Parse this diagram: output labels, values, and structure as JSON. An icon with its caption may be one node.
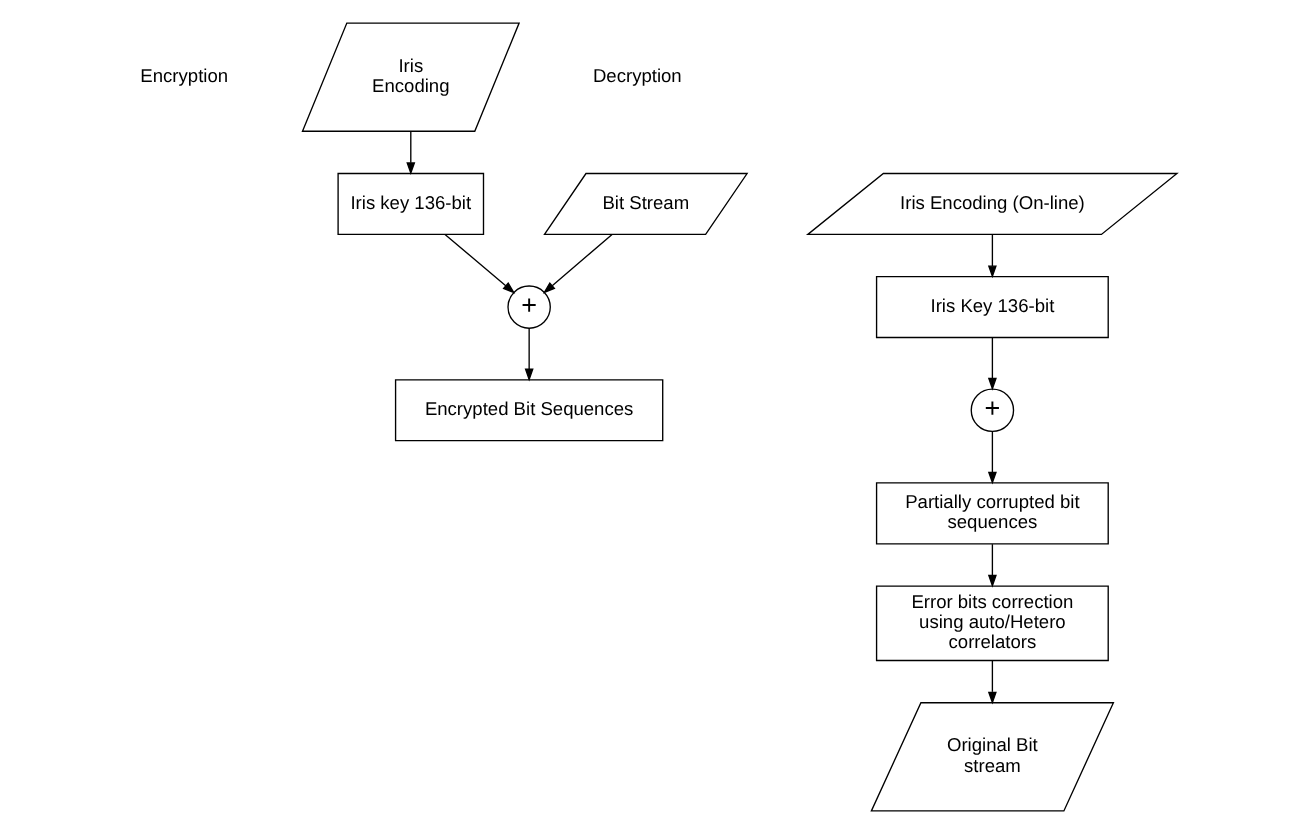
{
  "diagram": {
    "nodes": [
      {
        "text": [
          "Iris Encoding"
        ]
      },
      {
        "text": [
          "Iris key 136-bit"
        ]
      },
      {
        "text": [
          "Bit Stream"
        ]
      },
      {
        "text": [
          "+"
        ]
      },
      {
        "text": [
          "Encrypted Bit Sequences"
        ]
      },
      {
        "text": [
          "Iris Encoding (On-line)"
        ]
      },
      {
        "text": [
          "Iris Key 136-bit"
        ]
      },
      {
        "text": [
          "+"
        ]
      },
      {
        "text": [
          "Partially corrupted bit sequences"
        ]
      },
      {
        "text": [
          "Error bits correction using auto/Hetero correlators"
        ]
      },
      {
        "text": [
          "Original Bit stream"
        ]
      }
    ],
    "edges": [
      {
        "from": 0,
        "to": 1,
        "arrow": "to"
      },
      {
        "from": 1,
        "to": 3,
        "arrow": "to"
      },
      {
        "from": 2,
        "to": 3,
        "arrow": "to"
      },
      {
        "from": 3,
        "to": 4,
        "arrow": "to"
      },
      {
        "from": 5,
        "to": 6,
        "arrow": "to"
      },
      {
        "from": 6,
        "to": 7,
        "arrow": "to"
      },
      {
        "from": 7,
        "to": 8,
        "arrow": "to"
      },
      {
        "from": 8,
        "to": 9,
        "arrow": "to"
      },
      {
        "from": 9,
        "to": 10,
        "arrow": "to"
      }
    ],
    "labels": [
      "Encryption",
      "Decryption"
    ]
  }
}
